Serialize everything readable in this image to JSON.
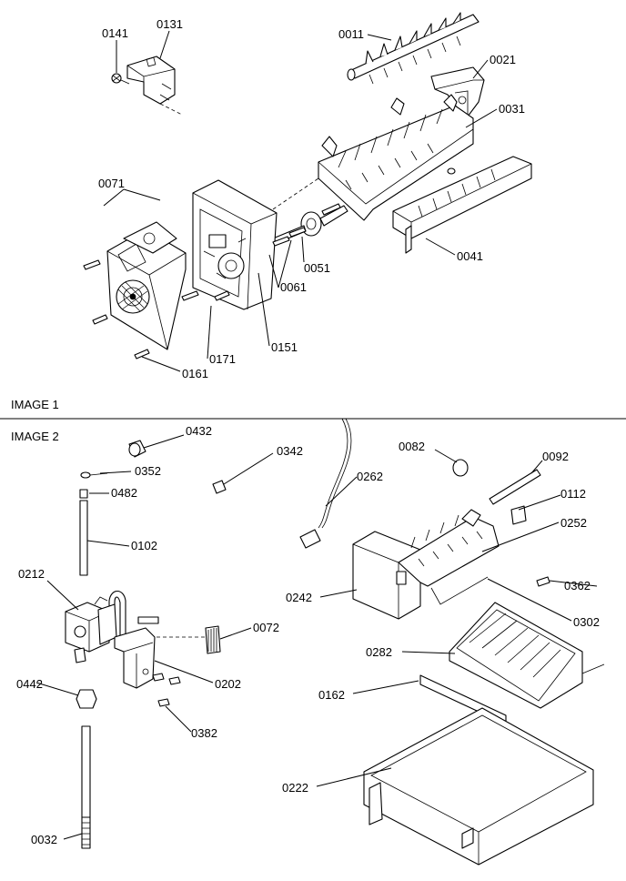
{
  "sections": [
    {
      "id": "image-1",
      "title": "IMAGE 1"
    },
    {
      "id": "image-2",
      "title": "IMAGE 2"
    }
  ],
  "callouts": {
    "c0141": "0141",
    "c0131": "0131",
    "c0011": "0011",
    "c0021": "0021",
    "c0031": "0031",
    "c0071": "0071",
    "c0051": "0051",
    "c0061": "0061",
    "c0041": "0041",
    "c0151": "0151",
    "c0171": "0171",
    "c0161": "0161",
    "c0432": "0432",
    "c0352": "0352",
    "c0482": "0482",
    "c0342": "0342",
    "c0262": "0262",
    "c0082": "0082",
    "c0092": "0092",
    "c0112": "0112",
    "c0252": "0252",
    "c0102": "0102",
    "c0212": "0212",
    "c0242": "0242",
    "c0362": "0362",
    "c0302": "0302",
    "c0072": "0072",
    "c0282": "0282",
    "c0202": "0202",
    "c0442": "0442",
    "c0162": "0162",
    "c0382": "0382",
    "c0222": "0222",
    "c0032": "0032"
  }
}
